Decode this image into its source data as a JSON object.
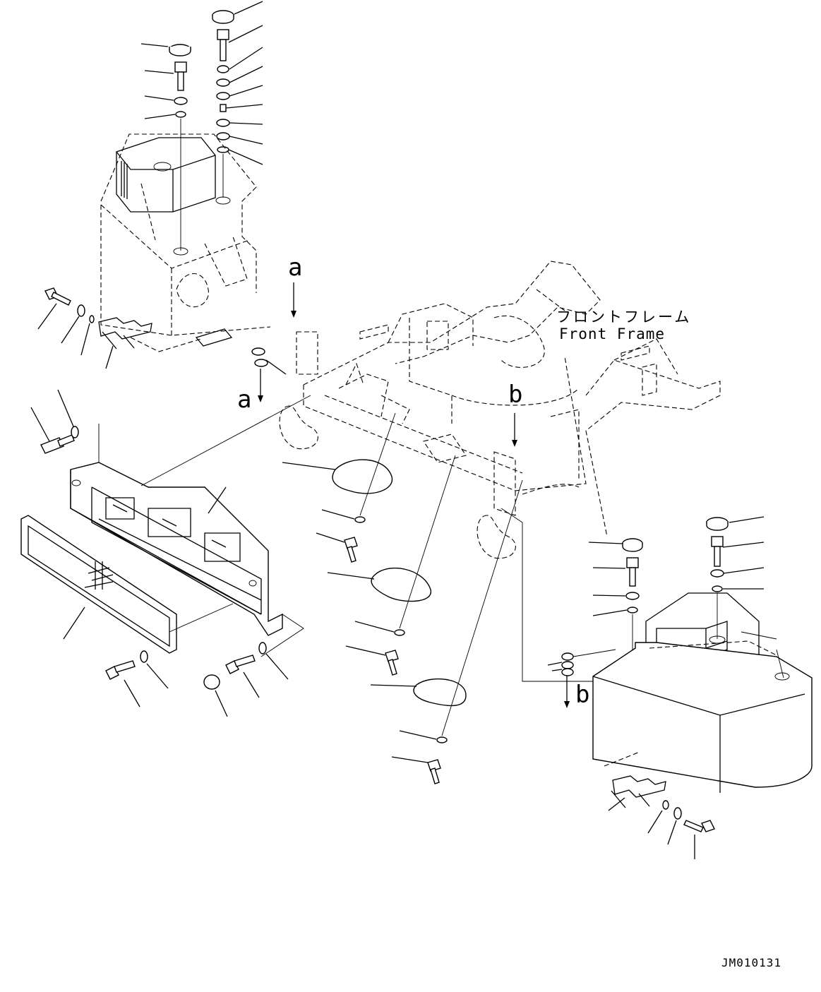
{
  "diagram": {
    "frame_label_jp": "フロントフレーム",
    "frame_label_en": "Front Frame",
    "marker_a": "a",
    "marker_b": "b",
    "drawing_code": "JM010131"
  }
}
